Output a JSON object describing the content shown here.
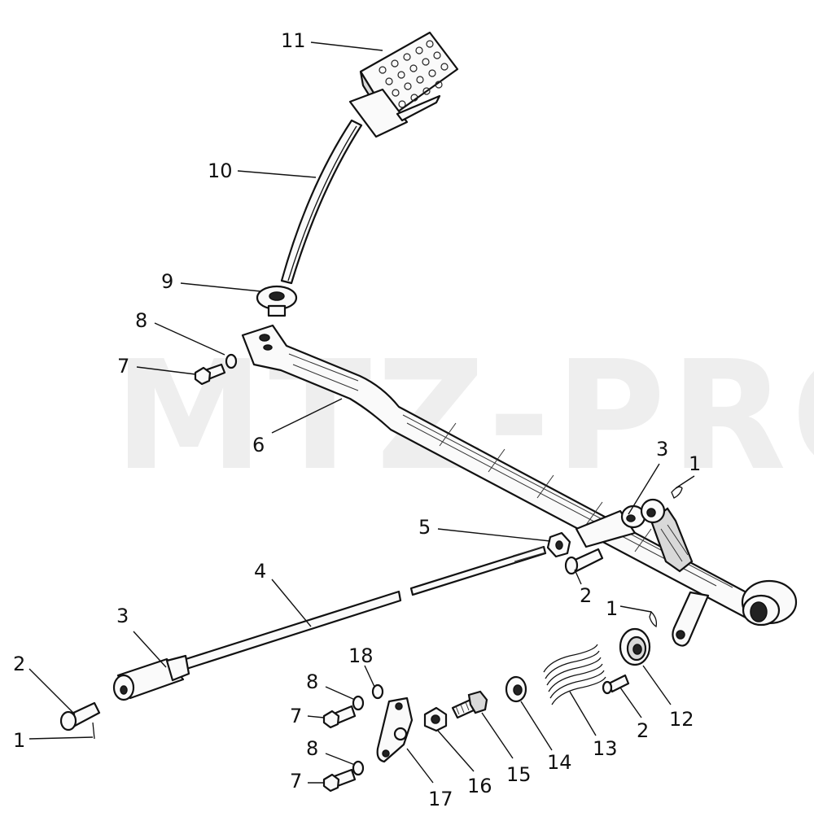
{
  "watermark": "MTZ-PRO",
  "callouts": {
    "c11": "11",
    "c10": "10",
    "c9": "9",
    "c8a": "8",
    "c7a": "7",
    "c6": "6",
    "c3a": "3",
    "c1a": "1",
    "c5": "5",
    "c4": "4",
    "c2a": "2",
    "c1b": "1",
    "c3b": "3",
    "c2b": "2",
    "c1c": "1",
    "c18": "18",
    "c8b": "8",
    "c7b": "7",
    "c8c": "8",
    "c7c": "7",
    "c17": "17",
    "c16": "16",
    "c15": "15",
    "c14": "14",
    "c13": "13",
    "c2c": "2",
    "c12": "12"
  }
}
